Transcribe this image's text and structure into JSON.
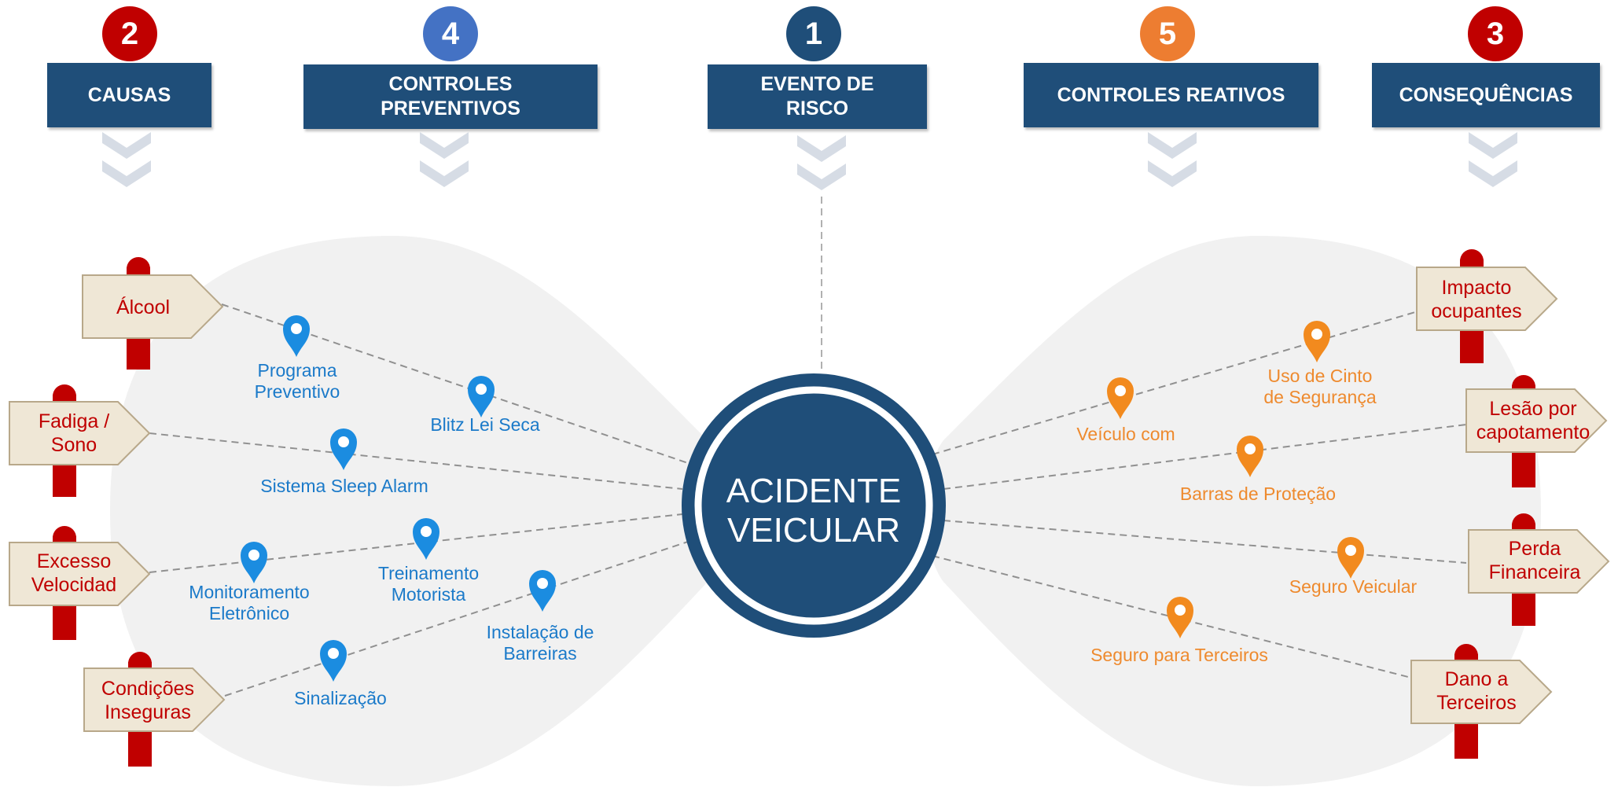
{
  "steps": [
    {
      "number": "2",
      "label": "CAUSAS",
      "color": "#c00000"
    },
    {
      "number": "4",
      "label": "CONTROLES\nPREVENTIVOS",
      "color": "#4472c4"
    },
    {
      "number": "1",
      "label": "EVENTO DE\nRISCO",
      "color": "#1f4e79"
    },
    {
      "number": "5",
      "label": "CONTROLES REATIVOS",
      "color": "#ed7d31"
    },
    {
      "number": "3",
      "label": "CONSEQUÊNCIAS",
      "color": "#c00000"
    }
  ],
  "center": {
    "label": "ACIDENTE\nVEICULAR"
  },
  "causes": [
    "Álcool",
    "Fadiga /\nSono",
    "Excesso\nVelocidad",
    "Condições\nInseguras"
  ],
  "preventive_controls": [
    "Programa\nPreventivo",
    "Blitz Lei Seca",
    "Sistema Sleep Alarm",
    "Treinamento\nMotorista",
    "Monitoramento\nEletrônico",
    "Instalação de\nBarreiras",
    "Sinalização"
  ],
  "reactive_controls": [
    "Uso de Cinto\nde Segurança",
    "Veículo com",
    "Barras de Proteção",
    "Seguro Veicular",
    "Seguro para Terceiros"
  ],
  "consequences": [
    "Impacto\nocupantes",
    "Lesão por\ncapotamento",
    "Perda\nFinanceira",
    "Dano a\nTerceiros"
  ],
  "colors": {
    "header": "#1f4e79",
    "preventive_pin": "#1b8ce0",
    "reactive_pin": "#f28a1e",
    "sign_text": "#c00000",
    "sign_face": "#efe7d6",
    "post": "#c00000",
    "blob": "#f1f1f1"
  }
}
